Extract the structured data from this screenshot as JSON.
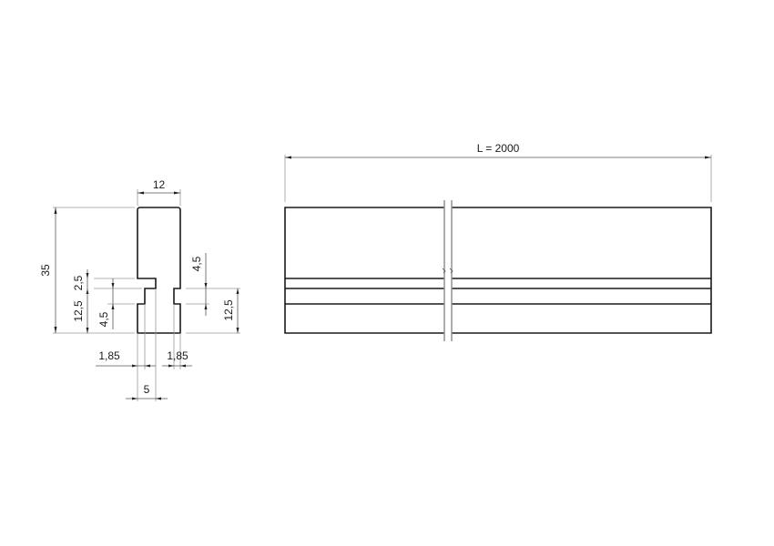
{
  "drawing": {
    "profile_view": {
      "dimensions": {
        "width_top": "12",
        "height_total": "35",
        "left_upper_step": "2,5",
        "left_lower_height": "12,5",
        "left_groove": "4,5",
        "right_groove": "4,5",
        "right_lower_height": "12,5",
        "left_offset": "1,85",
        "right_offset": "1,85",
        "slot_width": "5"
      }
    },
    "side_view": {
      "length_label": "L = 2000"
    }
  }
}
